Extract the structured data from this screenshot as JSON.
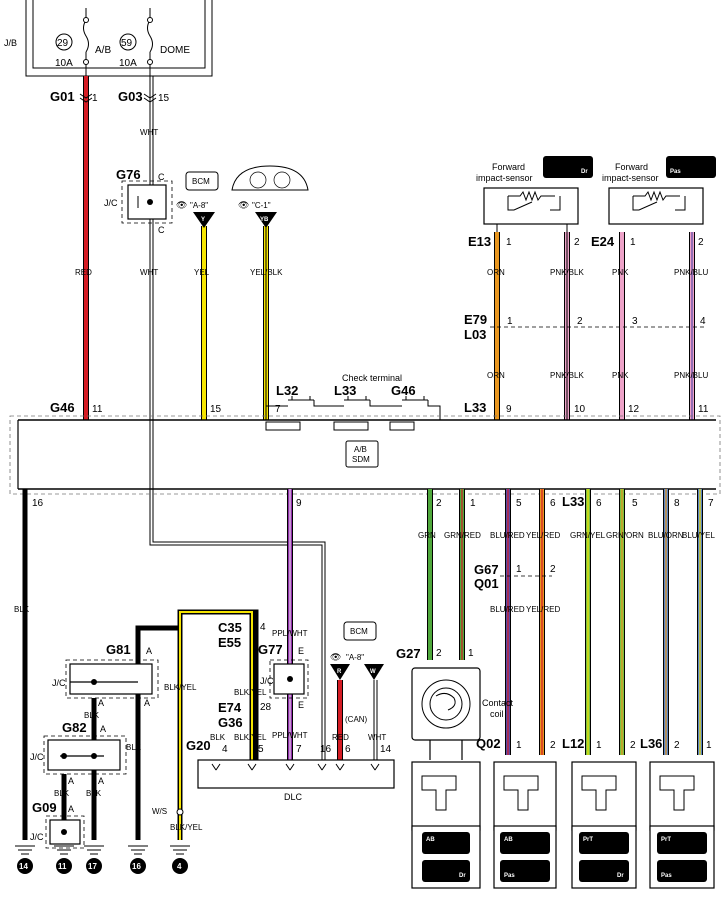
{
  "jb": {
    "label": "J/B",
    "fuse1_num": "29",
    "fuse1_rating": "10A",
    "fuse1_name": "A/B",
    "fuse2_num": "59",
    "fuse2_rating": "10A",
    "fuse2_name": "DOME"
  },
  "connectors": {
    "G01": "G01",
    "G03": "G03",
    "G76": "G76",
    "G46_left": "G46",
    "L32": "L32",
    "L33_top": "L33",
    "G46_mid": "G46",
    "E13": "E13",
    "E24": "E24",
    "E79": "E79",
    "L03": "L03",
    "L33_right": "L33",
    "L33_bottom": "L33",
    "G67": "G67",
    "Q01": "Q01",
    "G27": "G27",
    "Q02": "Q02",
    "L12": "L12",
    "L36": "L36",
    "C35": "C35",
    "E55": "E55",
    "G77": "G77",
    "E74": "E74",
    "G36": "G36",
    "G20": "G20",
    "G81": "G81",
    "G82": "G82",
    "G09": "G09"
  },
  "labels": {
    "jc": "J/C",
    "bcm": "BCM",
    "ref_a8": "\"A-8\"",
    "ref_c1": "\"C-1\"",
    "check_terminal": "Check terminal",
    "sdm": "A/B SDM",
    "forward_sensor": "Forward impact-sensor",
    "contact_coil": "Contact coil",
    "dlc": "DLC",
    "can": "(CAN)",
    "ws": "W/S",
    "y": "Y",
    "yb": "YB",
    "r": "R",
    "w": "W",
    "dr": "Dr",
    "pas": "Pas",
    "ab": "AB",
    "prt": "PrT",
    "pin_a": "A",
    "pin_c": "C",
    "pin_e": "E"
  },
  "wires": {
    "red": "RED",
    "wht": "WHT",
    "yel": "YEL",
    "yel_blk": "YEL/BLK",
    "orn": "ORN",
    "pnk_blk": "PNK/BLK",
    "pnk": "PNK",
    "pnk_blu": "PNK/BLU",
    "blk": "BLK",
    "blk_yel": "BLK/YEL",
    "ppl_wht": "PPL/WHT",
    "grn": "GRN",
    "grn_red": "GRN/RED",
    "blu_red": "BLU/RED",
    "yel_red": "YEL/RED",
    "grn_yel": "GRN/YEL",
    "grn_orn": "GRN/ORN",
    "blu_orn": "BLU/ORN",
    "blu_yel": "BLU/YEL"
  },
  "pins": {
    "p1": "1",
    "p2": "2",
    "p3": "3",
    "p4": "4",
    "p5": "5",
    "p6": "6",
    "p7": "7",
    "p8": "8",
    "p9": "9",
    "p10": "10",
    "p11": "11",
    "p12": "12",
    "p14": "14",
    "p15": "15",
    "p16": "16",
    "p28": "28"
  },
  "grounds": {
    "g14": "14",
    "g11": "11",
    "g17": "17",
    "g16": "16",
    "g4": "4"
  },
  "colors": {
    "red": "#d51c24",
    "yellow": "#f5e400",
    "orange": "#e8961f",
    "pink": "#eda2c8",
    "purple": "#8f2fa8",
    "green": "#4fa83c",
    "blue": "#5a4aa6",
    "lightgreen": "#7cc242",
    "steel": "#5c86c4"
  }
}
